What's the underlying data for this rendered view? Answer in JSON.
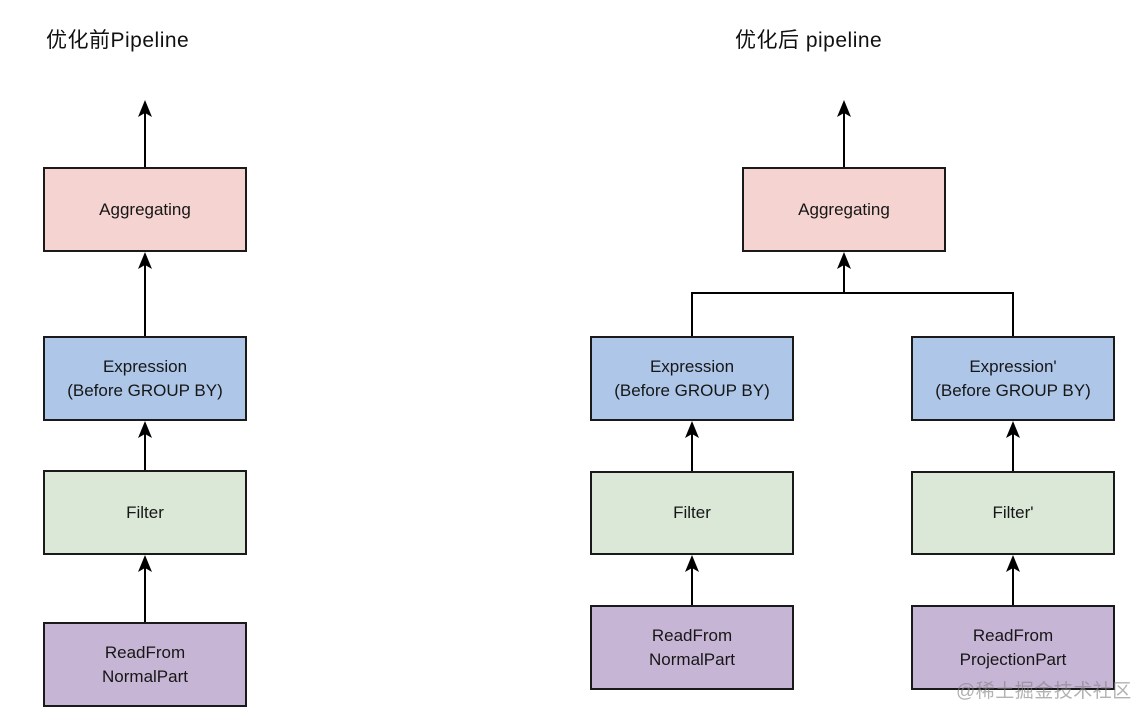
{
  "left_pipeline": {
    "title": "优化前Pipeline",
    "nodes": {
      "aggregating": {
        "label": "Aggregating"
      },
      "expression": {
        "line1": "Expression",
        "line2": "(Before GROUP BY)"
      },
      "filter": {
        "label": "Filter"
      },
      "readfrom": {
        "line1": "ReadFrom",
        "line2": "NormalPart"
      }
    }
  },
  "right_pipeline": {
    "title": "优化后 pipeline",
    "nodes": {
      "aggregating": {
        "label": "Aggregating"
      },
      "expression_normal": {
        "line1": "Expression",
        "line2": "(Before GROUP BY)"
      },
      "expression_projection": {
        "line1": "Expression'",
        "line2": "(Before GROUP BY)"
      },
      "filter_normal": {
        "label": "Filter"
      },
      "filter_projection": {
        "label": "Filter'"
      },
      "readfrom_normal": {
        "line1": "ReadFrom",
        "line2": "NormalPart"
      },
      "readfrom_projection": {
        "line1": "ReadFrom",
        "line2": "ProjectionPart"
      }
    }
  },
  "watermark": "@稀土掘金技术社区",
  "colors": {
    "aggregating_fill": "#f5d3d1",
    "expression_fill": "#aec6e8",
    "filter_fill": "#dbe8d8",
    "readfrom_fill": "#c7b5d6",
    "border": "#1a1a1a",
    "line": "#000000",
    "text": "#161616",
    "watermark_gray": "#828282"
  }
}
